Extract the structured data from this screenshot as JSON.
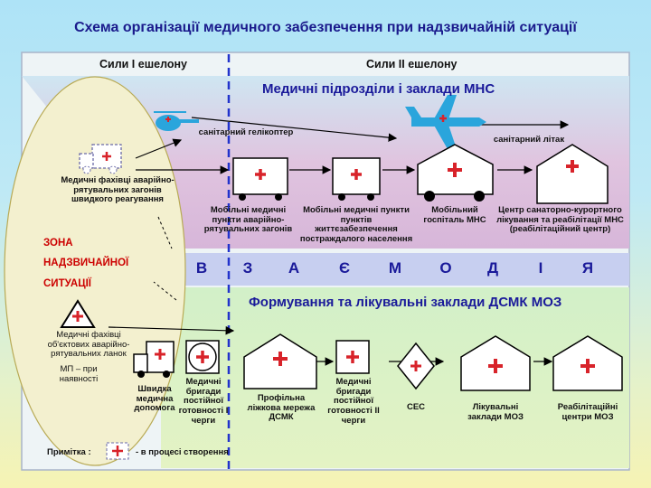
{
  "title": "Схема організації медичного забезпечення при надзвичайній ситуації",
  "headers": {
    "echelon1": "Сили I ешелону",
    "echelon2": "Сили II ешелону"
  },
  "top_band": {
    "title": "Медичні підрозділи і заклади МНС",
    "helicopter": "санітарний гелікоптер",
    "airplane": "санітарний літак",
    "fav_medics": "Медичні фахівці аварійно-рятувальних загонів швидкого реагування",
    "mobile_points": "Мобільні медичні пункти аварійно-рятувальних загонів",
    "mobile_life": "Мобільні медичні пункти пунктів життєзабезпечення постраждалого населення",
    "mobile_hospital": "Мобільний госпіталь МНС",
    "sanatorium": "Центр санаторно-курортного лікування та реабілітації МНС (реабілітаційний центр)"
  },
  "zone": {
    "line1": "ЗОНА",
    "line2": "НАДЗВИЧАЙНОЇ",
    "line3": "СИТУАЦІЇ",
    "object_medics": "Медичні фахівці об'єктових аварійно-рятувальних ланок",
    "mp_note": "МП – при наявності"
  },
  "interaction_letters": [
    "В",
    "З",
    "А",
    "Є",
    "М",
    "О",
    "Д",
    "І",
    "Я"
  ],
  "bottom_band": {
    "title": "Формування та лікувальні заклади ДСМК МОЗ",
    "ambulance": "Швидка медична допомога",
    "brigades1": "Медичні бригади постійної готовності І черги",
    "profile_beds": "Профільна ліжкова мережа ДСМК",
    "brigades2": "Медичні бригади постійної готовності ІІ черги",
    "ses": "СЕС",
    "moz_facilities": "Лікувальні заклади МОЗ",
    "moz_rehab": "Реабілітаційні центри МОЗ"
  },
  "note": {
    "label": "Примітка :",
    "text": "- в процесі створення"
  },
  "colors": {
    "title": "#1a1a8c",
    "band_title": "#1a1a9a",
    "cross": "#d8232a",
    "zone_text": "#cc0000",
    "top_band": "#d9bde0",
    "bottom_band": "#c6ecb5",
    "interaction_band": "#c5cdf0",
    "divider": "#2233cc"
  }
}
